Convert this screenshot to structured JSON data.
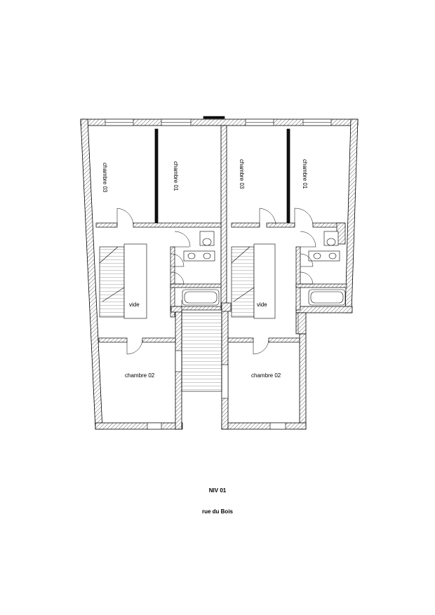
{
  "plan": {
    "rooms": {
      "left_chambre_03": "chambre 03",
      "left_chambre_01": "chambre 01",
      "left_vide": "vide",
      "left_chambre_02": "chambre 02",
      "right_chambre_03": "chambre 03",
      "right_chambre_01": "chambre 01",
      "right_vide": "vide",
      "right_chambre_02": "chambre 02"
    },
    "level_title": "NIV 01",
    "street_name": "rue du Bois"
  },
  "colors": {
    "line": "#000000",
    "hatch": "#555555",
    "background": "#ffffff"
  }
}
